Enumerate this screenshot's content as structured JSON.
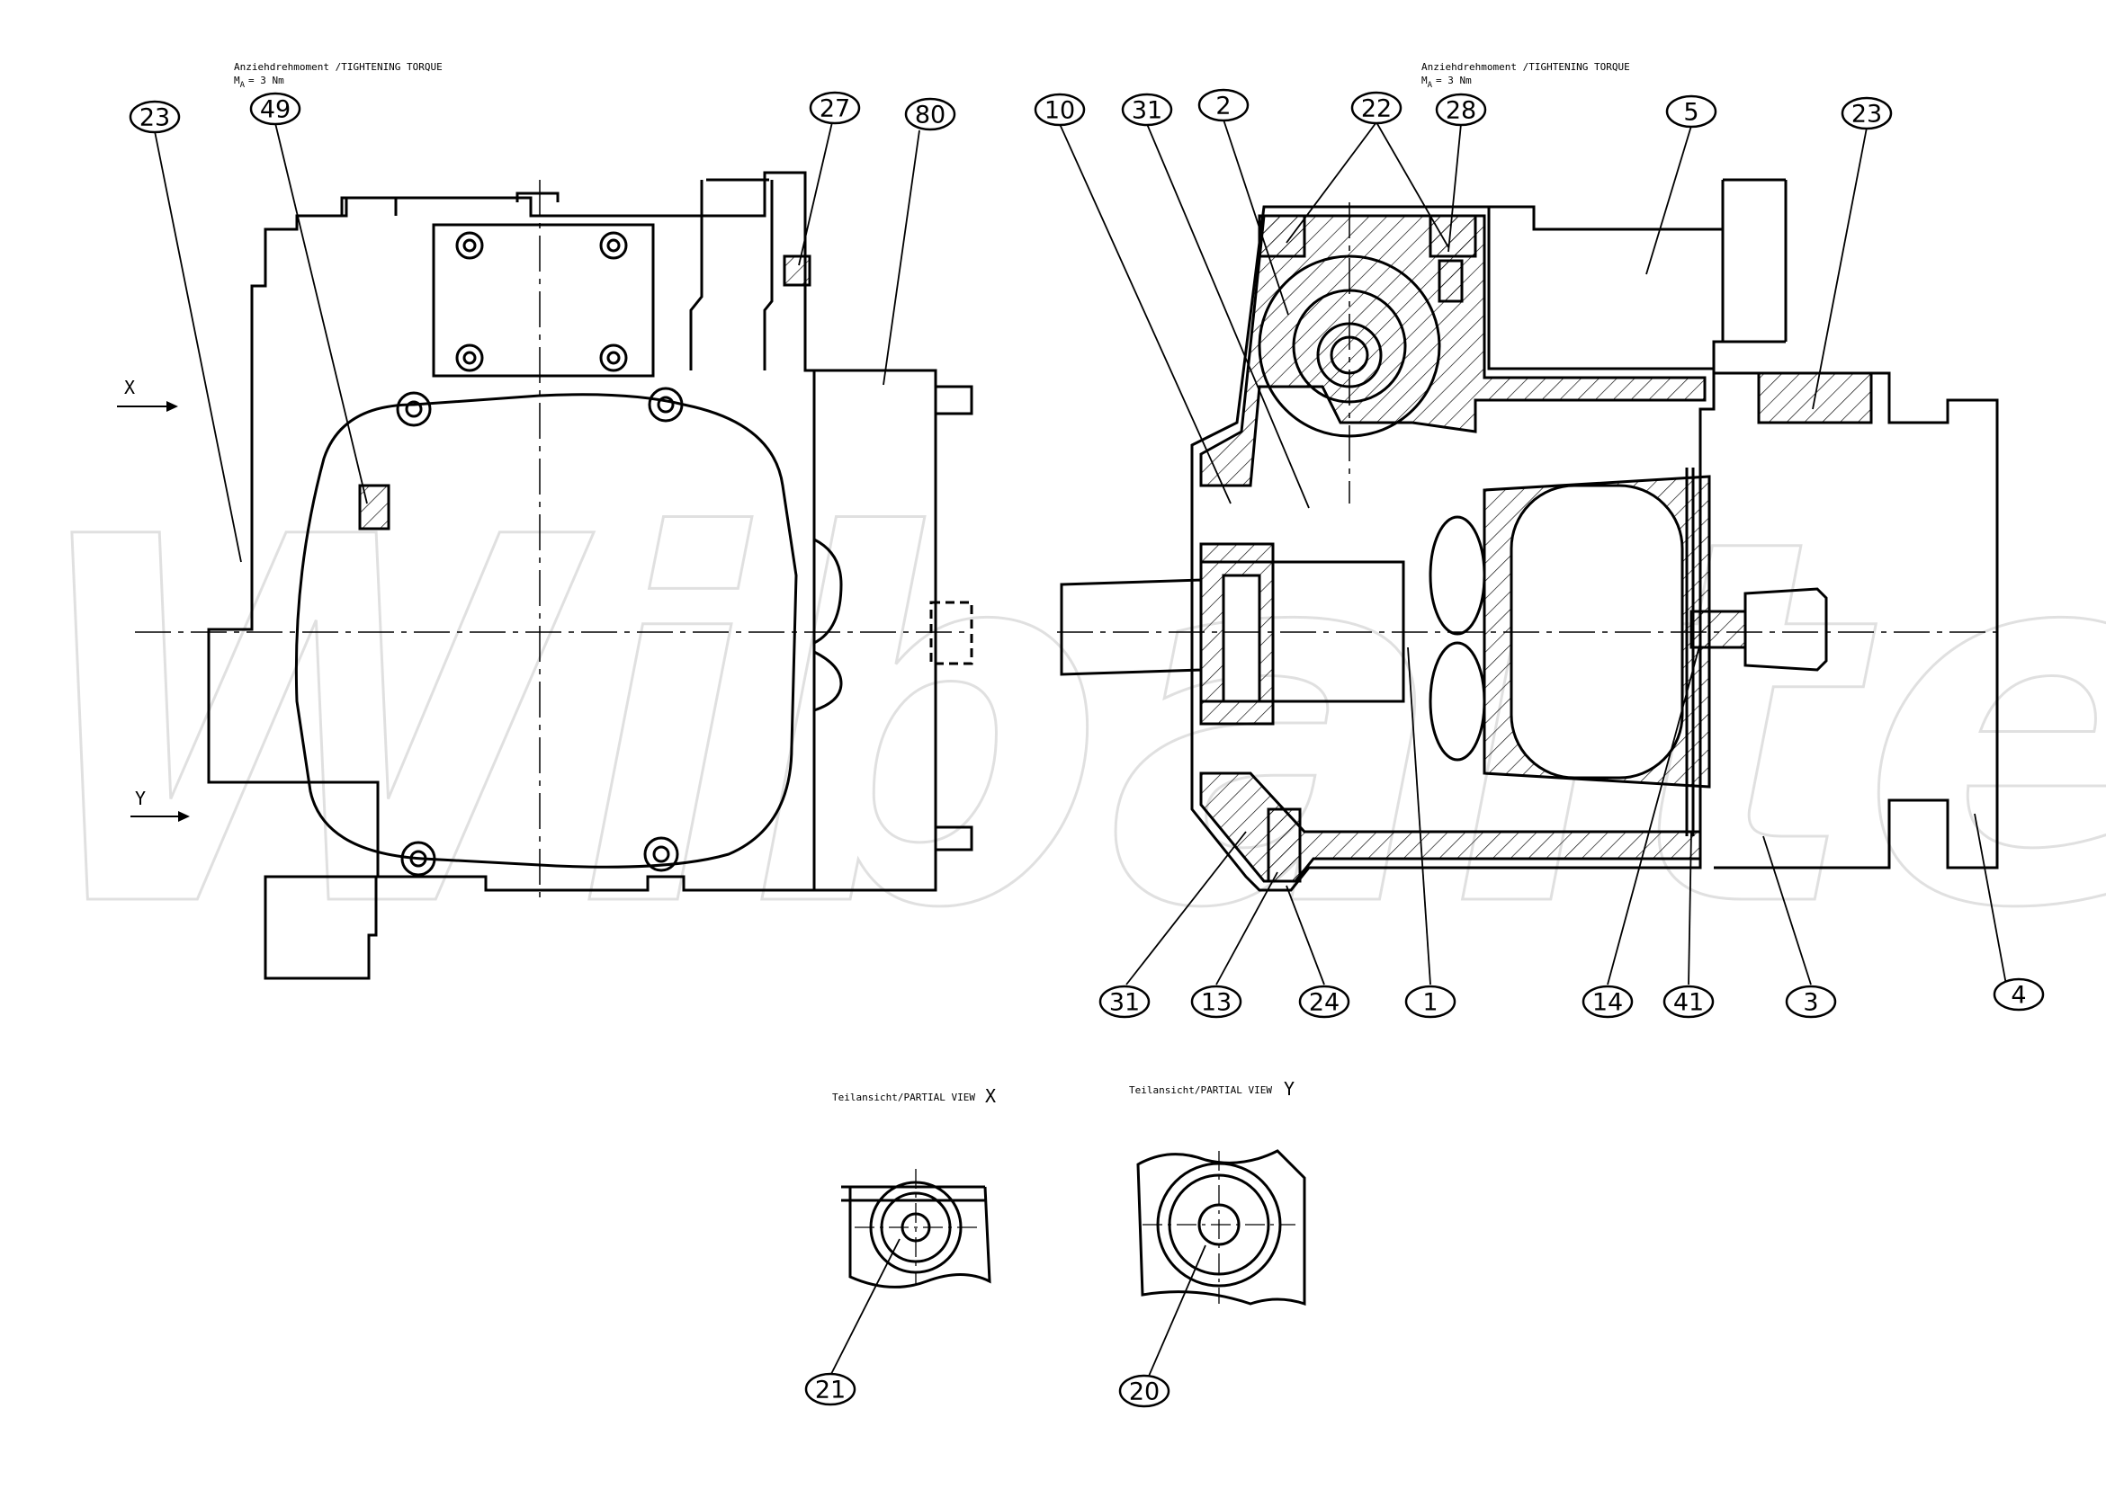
{
  "watermark": "Wibaltec",
  "torque_notes": [
    {
      "id": "left",
      "line1": "Anziehdrehmoment /TIGHTENING TORQUE",
      "line2": "M",
      "sub": "A",
      "value": "= 3 Nm"
    },
    {
      "id": "right",
      "line1": "Anziehdrehmoment /TIGHTENING TORQUE",
      "line2": "M",
      "sub": "A",
      "value": "= 3 Nm"
    }
  ],
  "view_arrows": [
    {
      "id": "x",
      "label": "X"
    },
    {
      "id": "y",
      "label": "Y"
    }
  ],
  "partial_views": [
    {
      "id": "x",
      "caption": "Teilansicht/PARTIAL VIEW",
      "letter": "X"
    },
    {
      "id": "y",
      "caption": "Teilansicht/PARTIAL VIEW",
      "letter": "Y"
    }
  ],
  "callouts": [
    {
      "id": "23a",
      "label": "23"
    },
    {
      "id": "49",
      "label": "49"
    },
    {
      "id": "27",
      "label": "27"
    },
    {
      "id": "80",
      "label": "80"
    },
    {
      "id": "10",
      "label": "10"
    },
    {
      "id": "31a",
      "label": "31"
    },
    {
      "id": "2",
      "label": "2"
    },
    {
      "id": "22",
      "label": "22"
    },
    {
      "id": "28",
      "label": "28"
    },
    {
      "id": "5",
      "label": "5"
    },
    {
      "id": "23b",
      "label": "23"
    },
    {
      "id": "31b",
      "label": "31"
    },
    {
      "id": "13",
      "label": "13"
    },
    {
      "id": "24",
      "label": "24"
    },
    {
      "id": "1",
      "label": "1"
    },
    {
      "id": "14",
      "label": "14"
    },
    {
      "id": "41",
      "label": "41"
    },
    {
      "id": "3",
      "label": "3"
    },
    {
      "id": "4",
      "label": "4"
    },
    {
      "id": "21",
      "label": "21"
    },
    {
      "id": "20",
      "label": "20"
    }
  ]
}
